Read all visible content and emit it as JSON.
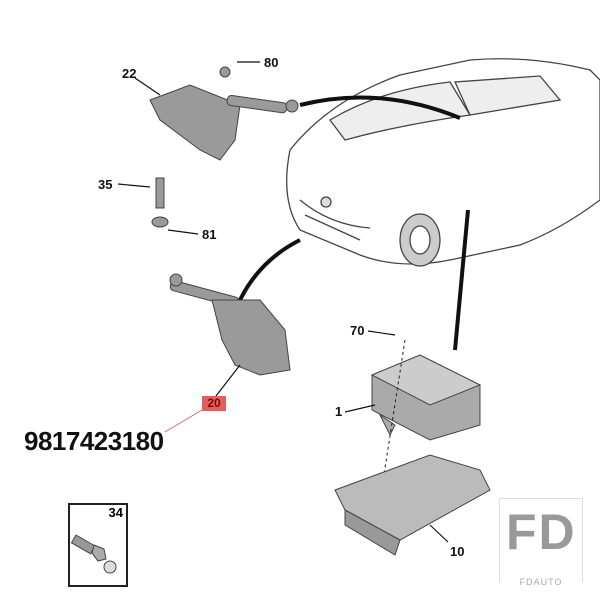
{
  "callouts": {
    "c22": "22",
    "c80": "80",
    "c35": "35",
    "c81": "81",
    "c20": "20",
    "c70": "70",
    "c1": "1",
    "c10": "10",
    "c34": "34"
  },
  "part_number": "9817423180",
  "watermark": {
    "logo": "FD",
    "text": "FDAUTO"
  },
  "colors": {
    "highlight": "#e06060",
    "part": "#9a9a9a",
    "line": "#111111"
  }
}
